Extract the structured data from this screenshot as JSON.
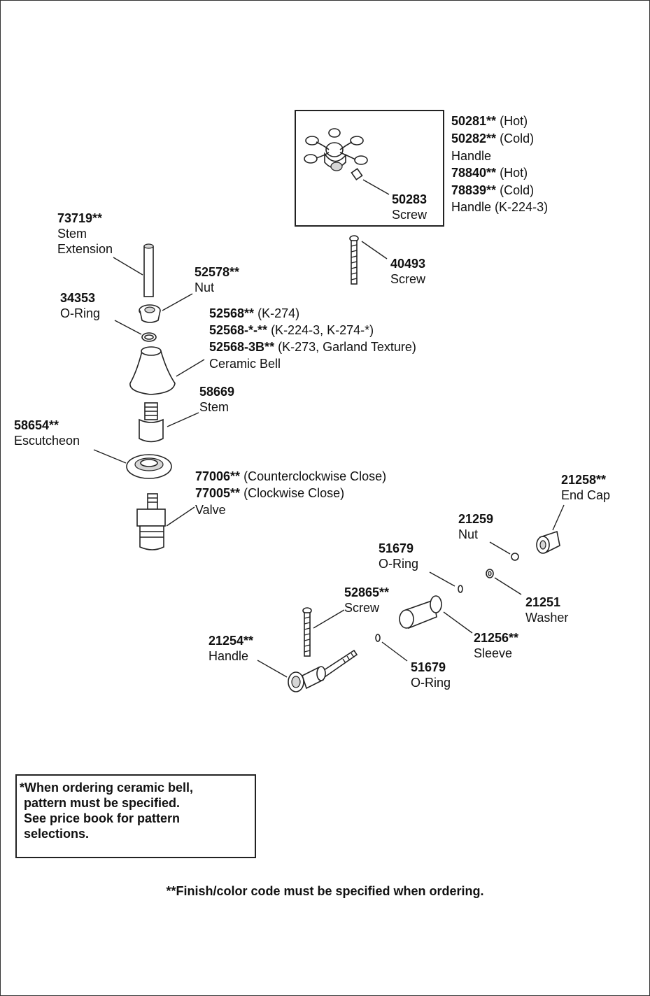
{
  "labels": {
    "handle_hot": {
      "num": "50281**",
      "text": " (Hot)"
    },
    "handle_cold": {
      "num": "50282**",
      "text": " (Cold)"
    },
    "handle_name": "Handle",
    "handle_k224_hot": {
      "num": "78840**",
      "text": " (Hot)"
    },
    "handle_k224_cold": {
      "num": "78839**",
      "text": " (Cold)"
    },
    "handle_k224_name": "Handle (K-224-3)",
    "screw_50283": {
      "num": "50283",
      "text": "Screw"
    },
    "screw_40493": {
      "num": "40493",
      "text": "Screw"
    },
    "stem_ext": {
      "num": "73719**",
      "line1": "Stem",
      "line2": "Extension"
    },
    "nut_52578": {
      "num": "52578**",
      "text": "Nut"
    },
    "oring_34353": {
      "num": "34353",
      "text": "O-Ring"
    },
    "bell_1": {
      "num": "52568**",
      "text": " (K-274)"
    },
    "bell_2": {
      "num": "52568-*-**",
      "text": " (K-224-3, K-274-*)"
    },
    "bell_3": {
      "num": "52568-3B**",
      "text": " (K-273, Garland Texture)"
    },
    "bell_name": "Ceramic Bell",
    "stem_58669": {
      "num": "58669",
      "text": "Stem"
    },
    "escutcheon": {
      "num": "58654**",
      "text": "Escutcheon"
    },
    "valve_1": {
      "num": "77006**",
      "text": " (Counterclockwise Close)"
    },
    "valve_2": {
      "num": "77005**",
      "text": " (Clockwise Close)"
    },
    "valve_name": "Valve",
    "end_cap": {
      "num": "21258**",
      "text": "End Cap"
    },
    "nut_21259": {
      "num": "21259",
      "text": "Nut"
    },
    "oring_51679_top": {
      "num": "51679",
      "text": "O-Ring"
    },
    "washer": {
      "num": "21251",
      "text": "Washer"
    },
    "screw_52865": {
      "num": "52865**",
      "text": "Screw"
    },
    "sleeve": {
      "num": "21256**",
      "text": "Sleeve"
    },
    "handle_21254": {
      "num": "21254**",
      "text": "Handle"
    },
    "oring_51679_bottom": {
      "num": "51679",
      "text": "O-Ring"
    }
  },
  "note": {
    "line1": "*When ordering ceramic bell,",
    "line2": "pattern must be specified.",
    "line3": "See price book for pattern",
    "line4": "selections."
  },
  "footnote": "**Finish/color code must be specified when ordering."
}
